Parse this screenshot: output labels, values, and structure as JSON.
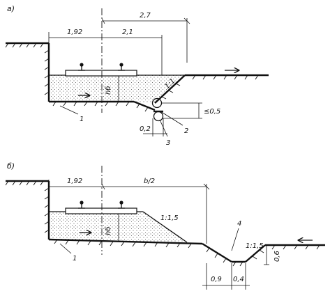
{
  "diagram_a": {
    "panel_label": "а)",
    "dim_total": "2,7",
    "dim_left": "1,92",
    "dim_right": "2,1",
    "depth_label": "hб",
    "slope_label": "1:1",
    "max_depth_label": "≤0,5",
    "pipe_width_label": "0,2",
    "callout_1": "1",
    "callout_2": "2",
    "callout_3": "3"
  },
  "diagram_b": {
    "panel_label": "б)",
    "dim_left": "1,92",
    "dim_half": "b/2",
    "depth_label": "hб",
    "slope_label_ballast": "1:1,5",
    "slope_label_ditch": "1:1,5",
    "callout_1": "1",
    "callout_4": "4",
    "ditch_bottom": "0,9",
    "ditch_right": "0,4",
    "ditch_depth": "0,6"
  }
}
